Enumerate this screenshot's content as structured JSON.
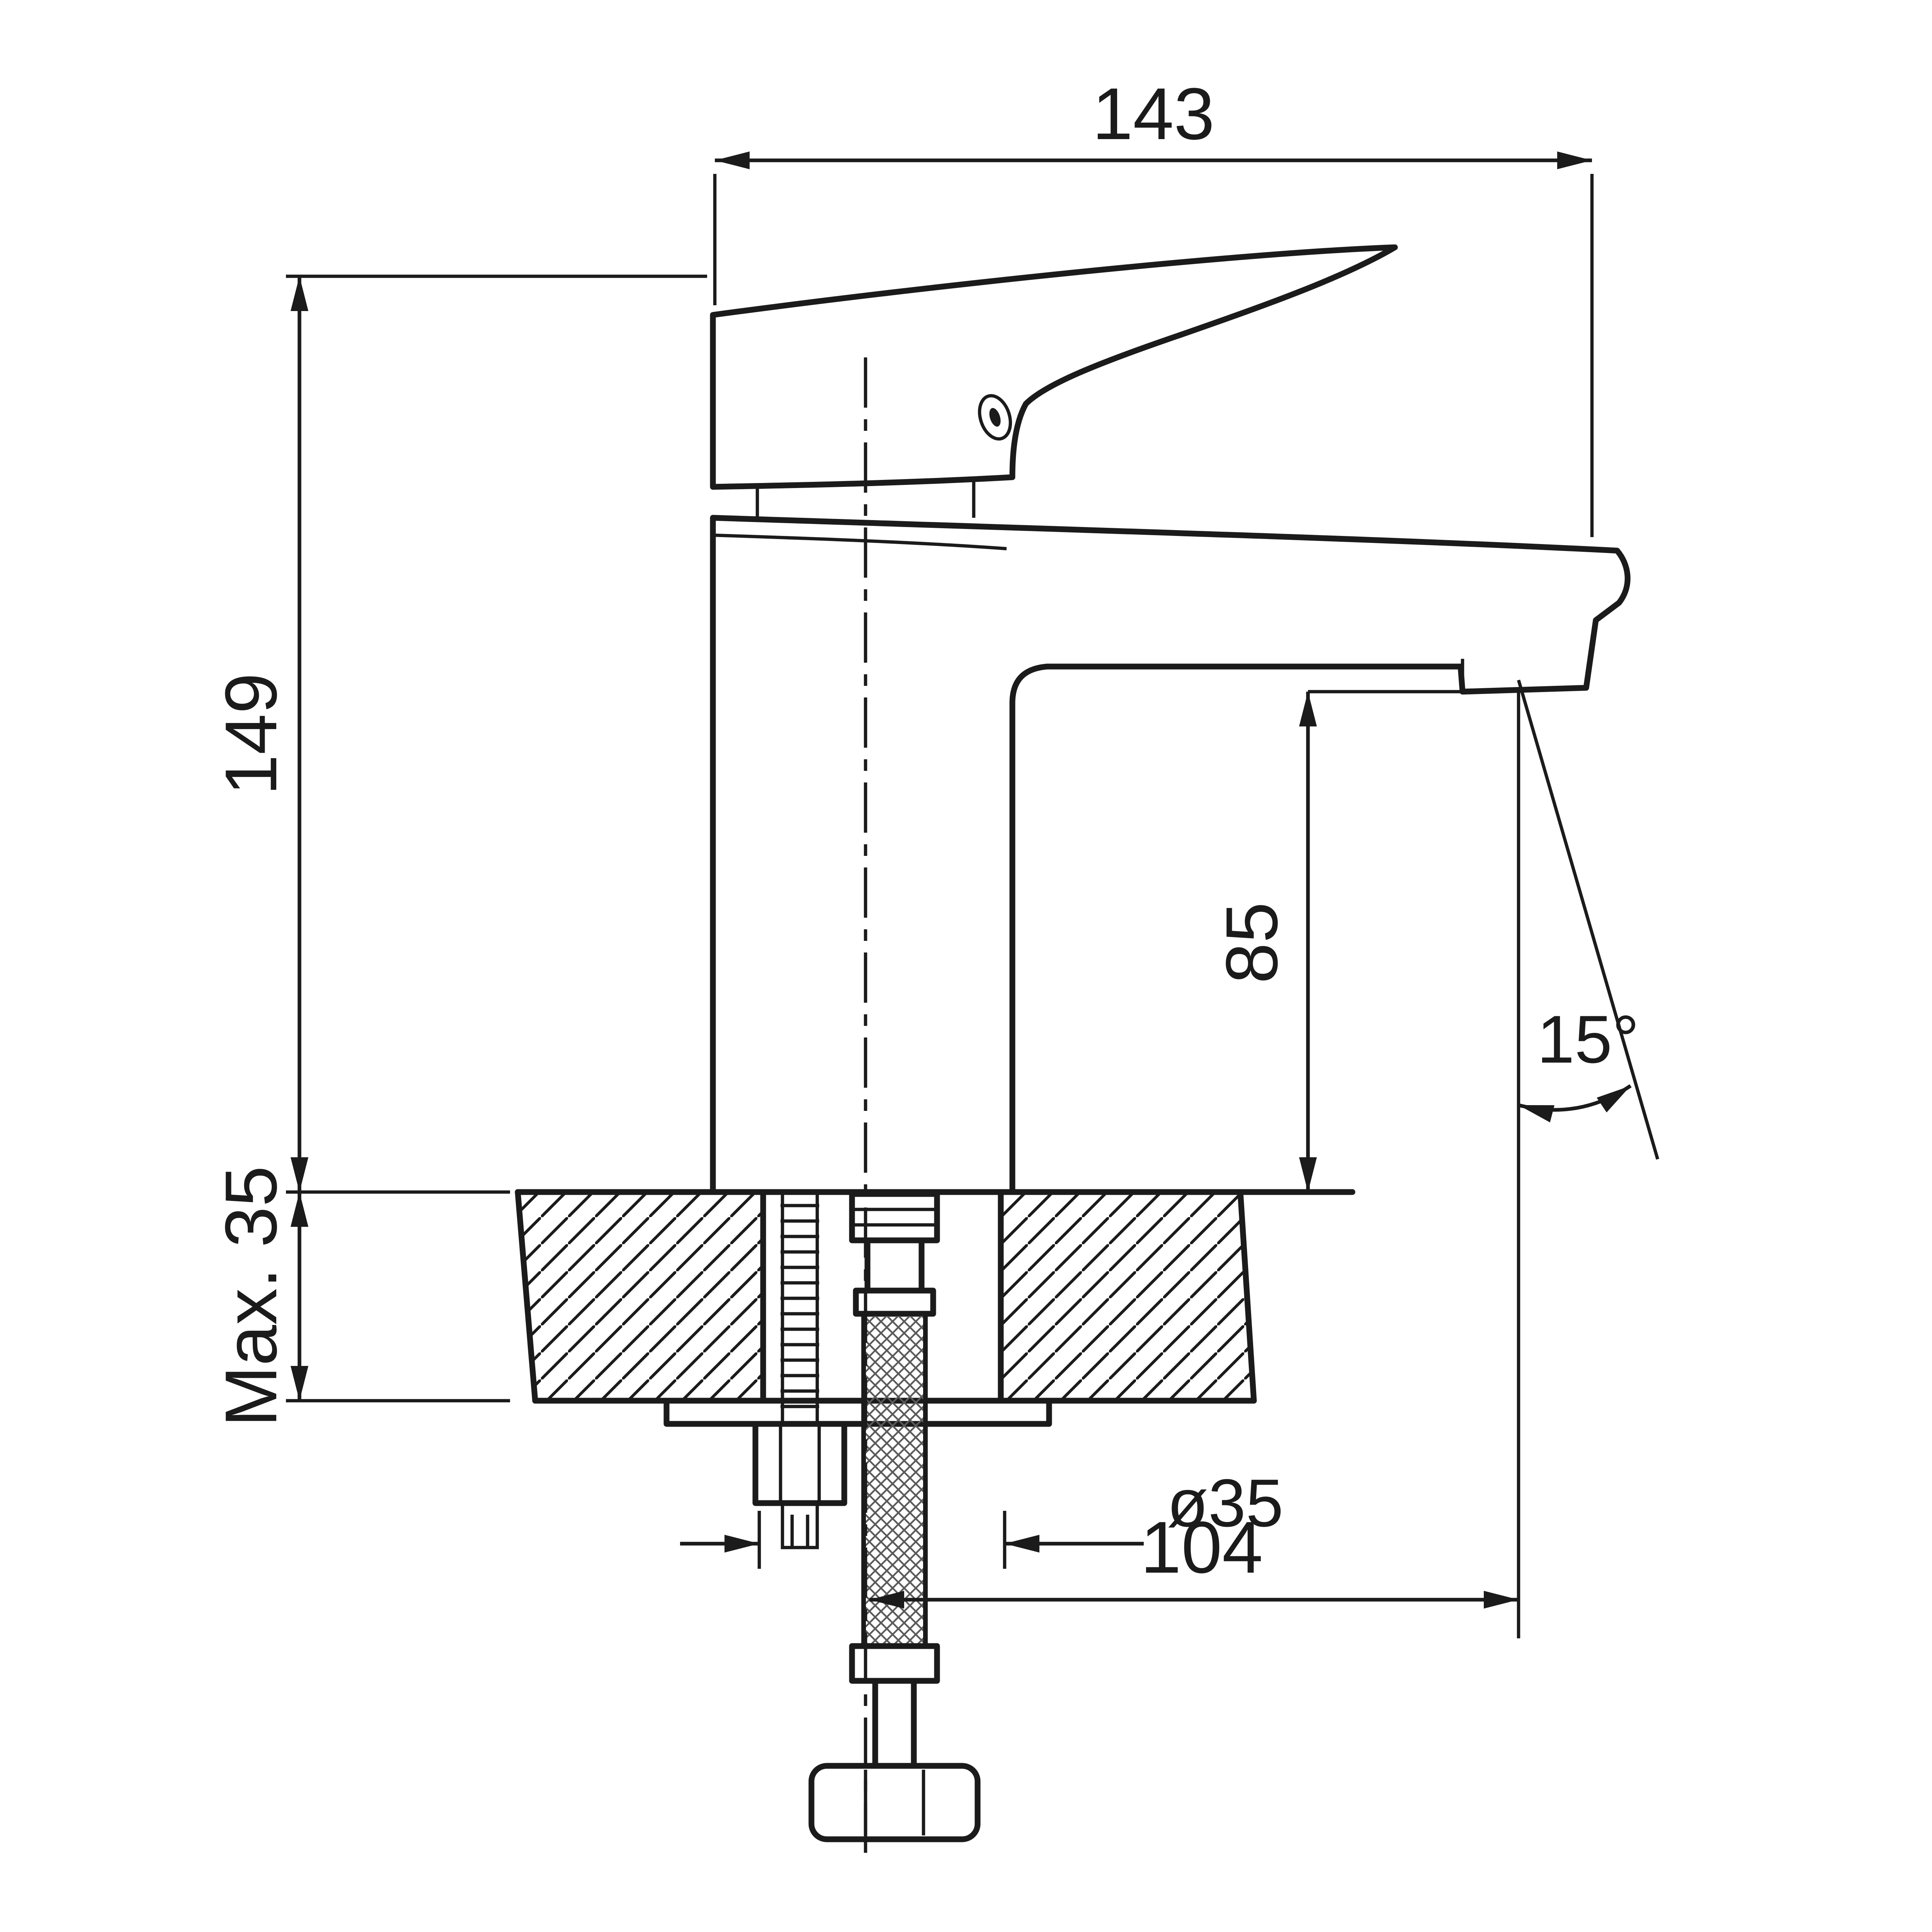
{
  "title": "Single-lever basin faucet technical drawing",
  "colors": {
    "line": "#1b1b1b",
    "background": "#ffffff"
  },
  "dimensions": {
    "overall_width": "143",
    "overall_height": "149",
    "deck_thickness": "Max. 35",
    "spout_height": "85",
    "spout_angle": "15°",
    "hole_diameter": "ø35",
    "spout_reach": "104"
  }
}
